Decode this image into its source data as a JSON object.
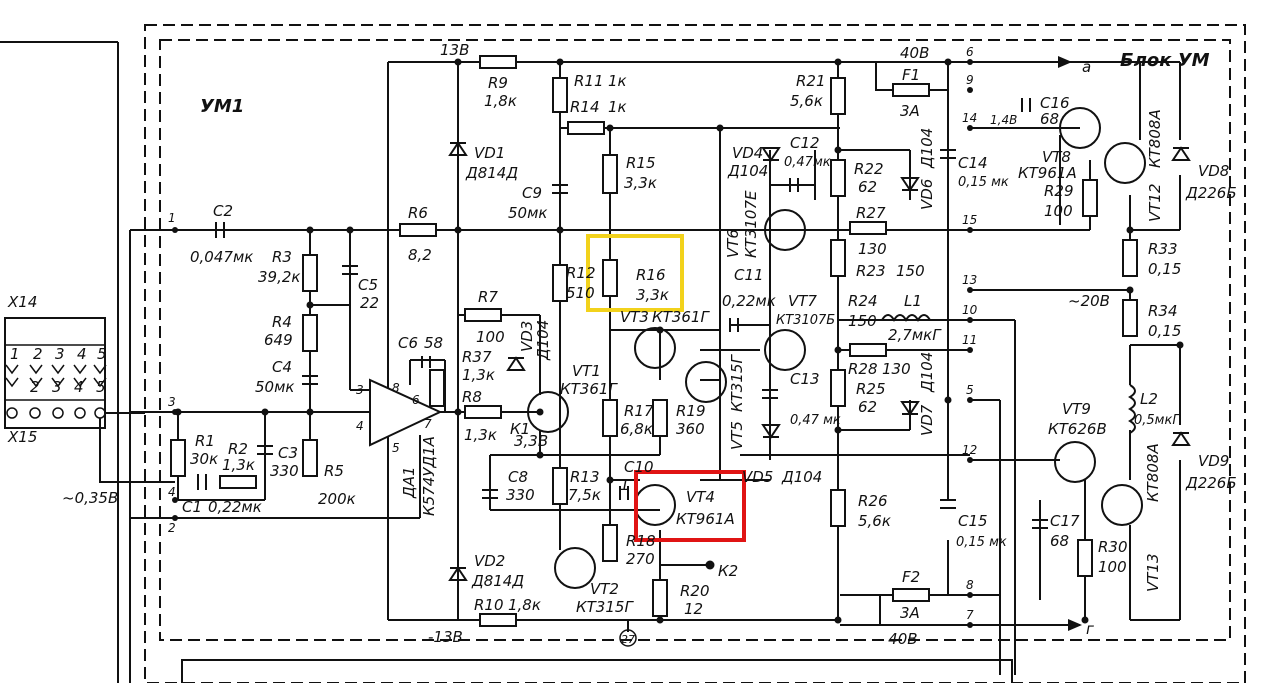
{
  "block_title": "Блок УМ",
  "unit_label": "УМ1",
  "rails": {
    "plus13": "13В",
    "minus13": "-13В",
    "plus40": "40В",
    "minus40": "- 40В",
    "mid20": "~20В",
    "out035": "~0,35В",
    "k1v": "3,3В",
    "v14": "1,4В"
  },
  "outputs": {
    "a": "а",
    "g": "г"
  },
  "connectors": {
    "x14": "Х14",
    "x15": "Х15",
    "pins": [
      "1",
      "2",
      "3",
      "4",
      "5"
    ]
  },
  "terminals": [
    "1",
    "3",
    "4",
    "2",
    "6",
    "9",
    "14",
    "15",
    "13",
    "10",
    "11",
    "5",
    "12",
    "8",
    "7"
  ],
  "node_k1": "К1",
  "node_k2": "К2",
  "ground_mark": "27",
  "ic": {
    "ref": "ДА1",
    "type": "К574УД1А",
    "pins": [
      "3",
      "4",
      "8",
      "6",
      "7",
      "5"
    ]
  },
  "components": {
    "c2": {
      "ref": "C2",
      "val": "0,047мк"
    },
    "r3": {
      "ref": "R3",
      "val": "39,2к"
    },
    "c5": {
      "ref": "C5",
      "val": "22"
    },
    "r4": {
      "ref": "R4",
      "val": "649"
    },
    "c4": {
      "ref": "C4",
      "val": "50мк"
    },
    "r1": {
      "ref": "R1",
      "val": "30к"
    },
    "r2": {
      "ref": "R2",
      "val": "1,3к"
    },
    "c3": {
      "ref": "C3",
      "val": "330"
    },
    "r5": {
      "ref": "R5",
      "val": "200к"
    },
    "c1": {
      "ref": "C1",
      "val": "0,22мк"
    },
    "c6": {
      "ref": "C6",
      "val": "58"
    },
    "r6": {
      "ref": "R6",
      "val": "8,2"
    },
    "r9": {
      "ref": "R9",
      "val": "1,8к"
    },
    "vd1": {
      "ref": "VD1",
      "val": "Д814Д"
    },
    "vd2": {
      "ref": "VD2",
      "val": "Д814Д"
    },
    "r10": {
      "ref": "R10",
      "val": "1,8к"
    },
    "r7": {
      "ref": "R7",
      "val": "100"
    },
    "r37": {
      "ref": "R37",
      "val": "1,3к"
    },
    "r8": {
      "ref": "R8",
      "val": "1,3к"
    },
    "vd3": {
      "ref": "VD3",
      "val": "Д104"
    },
    "c9": {
      "ref": "C9",
      "val": "50мк"
    },
    "r11": {
      "ref": "R11",
      "val": "1к"
    },
    "r14": {
      "ref": "R14",
      "val": "1к"
    },
    "r15": {
      "ref": "R15",
      "val": "3,3к"
    },
    "r12": {
      "ref": "R12",
      "val": "510"
    },
    "r16": {
      "ref": "R16",
      "val": "3,3к"
    },
    "vt3": {
      "ref": "VT3",
      "val": "КТ361Г"
    },
    "vt1": {
      "ref": "VT1",
      "val": "КТ361Г"
    },
    "vt5": {
      "ref": "VT5",
      "val": "КТ315Г"
    },
    "r17": {
      "ref": "R17",
      "val": "6,8к"
    },
    "r19": {
      "ref": "R19",
      "val": "360"
    },
    "c8": {
      "ref": "C8",
      "val": "330"
    },
    "r13": {
      "ref": "R13",
      "val": "7,5к"
    },
    "c10": {
      "ref": "C10",
      "val": "1"
    },
    "vt4": {
      "ref": "VT4",
      "val": "КТ961А"
    },
    "r18": {
      "ref": "R18",
      "val": "270"
    },
    "vt2": {
      "ref": "VT2",
      "val": "КТ315Г"
    },
    "r20": {
      "ref": "R20",
      "val": "12"
    },
    "r21": {
      "ref": "R21",
      "val": "5,6к"
    },
    "vd4": {
      "ref": "VD4",
      "val": "Д104"
    },
    "c12": {
      "ref": "C12",
      "val": "0,47мк"
    },
    "vt6": {
      "ref": "VT6",
      "val": "КТ3107Е"
    },
    "r22": {
      "ref": "R22",
      "val": "62"
    },
    "r27": {
      "ref": "R27",
      "val": "130"
    },
    "r23": {
      "ref": "R23",
      "val": "150"
    },
    "c11": {
      "ref": "C11",
      "val": "0,22мк"
    },
    "vt7": {
      "ref": "VT7",
      "val": "КТ3107Б"
    },
    "r24": {
      "ref": "R24",
      "val": "150"
    },
    "c13": {
      "ref": "C13",
      "val": "0,47 мк"
    },
    "r28": {
      "ref": "R28",
      "val": "130"
    },
    "r25": {
      "ref": "R25",
      "val": "62"
    },
    "vd5": {
      "ref": "VD5",
      "val": "Д104"
    },
    "r26": {
      "ref": "R26",
      "val": "5,6к"
    },
    "f1": {
      "ref": "F1",
      "val": "3А"
    },
    "f2": {
      "ref": "F2",
      "val": "3А"
    },
    "c16": {
      "ref": "C16",
      "val": "68"
    },
    "vt8": {
      "ref": "VT8",
      "val": "КТ961А"
    },
    "r29": {
      "ref": "R29",
      "val": "100"
    },
    "vt12": {
      "ref": "VT12",
      "val": "КТ808А"
    },
    "vd8": {
      "ref": "VD8",
      "val": "Д226Б"
    },
    "vd6": {
      "ref": "VD6",
      "val": "Д104"
    },
    "c14": {
      "ref": "C14",
      "val": "0,15 мк"
    },
    "l1": {
      "ref": "L1",
      "val": "2,7мкГ"
    },
    "r33": {
      "ref": "R33",
      "val": "0,15"
    },
    "r34": {
      "ref": "R34",
      "val": "0,15"
    },
    "vd7": {
      "ref": "VD7",
      "val": "Д104"
    },
    "vt9": {
      "ref": "VT9",
      "val": "КТ626В"
    },
    "l2": {
      "ref": "L2",
      "val": "0,5мкГ"
    },
    "vd9": {
      "ref": "VD9",
      "val": "Д226Б"
    },
    "c17": {
      "ref": "C17",
      "val": "68"
    },
    "r30": {
      "ref": "R30",
      "val": "100"
    },
    "vt13": {
      "ref": "VT13",
      "val": "КТ808А"
    },
    "c15": {
      "ref": "C15",
      "val": "0,15 мк"
    }
  },
  "highlight_colors": {
    "yellow": "#f2d21b",
    "red": "#e01414"
  }
}
